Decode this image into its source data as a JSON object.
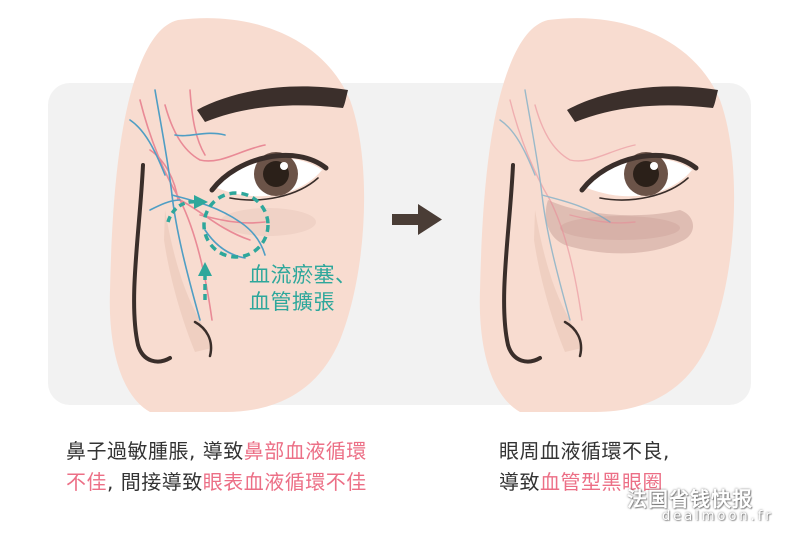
{
  "labels": {
    "congestion_line1": "血流瘀塞、",
    "congestion_line2": "血管擴張"
  },
  "captions": {
    "left": {
      "line1": {
        "plain": "鼻子過敏腫脹, 導致",
        "highlight": "鼻部血液循環"
      },
      "line2": {
        "highlight1": "不佳",
        "plain": ", 間接導致",
        "highlight2": "眼表血液循環不佳"
      }
    },
    "right": {
      "line1": {
        "plain": "眼周血液循環不良,"
      },
      "line2": {
        "plain": "導致",
        "highlight": "血管型黑眼圈"
      }
    }
  },
  "watermark": {
    "cn": "法国省钱快报",
    "en": "dealmoon.fr"
  },
  "colors": {
    "panel_bg": "#f2f2f2",
    "skin": "#f8dcd0",
    "shadow": "#e8c8ba",
    "outline": "#3a2e2a",
    "vein_red": "#e98a96",
    "vein_blue": "#4f9ec4",
    "teal": "#2ea79b",
    "arrow": "#4a3d36",
    "highlight_text": "#ec6f86",
    "text": "#333333"
  },
  "icons": {
    "arrow": "right-arrow-icon"
  }
}
